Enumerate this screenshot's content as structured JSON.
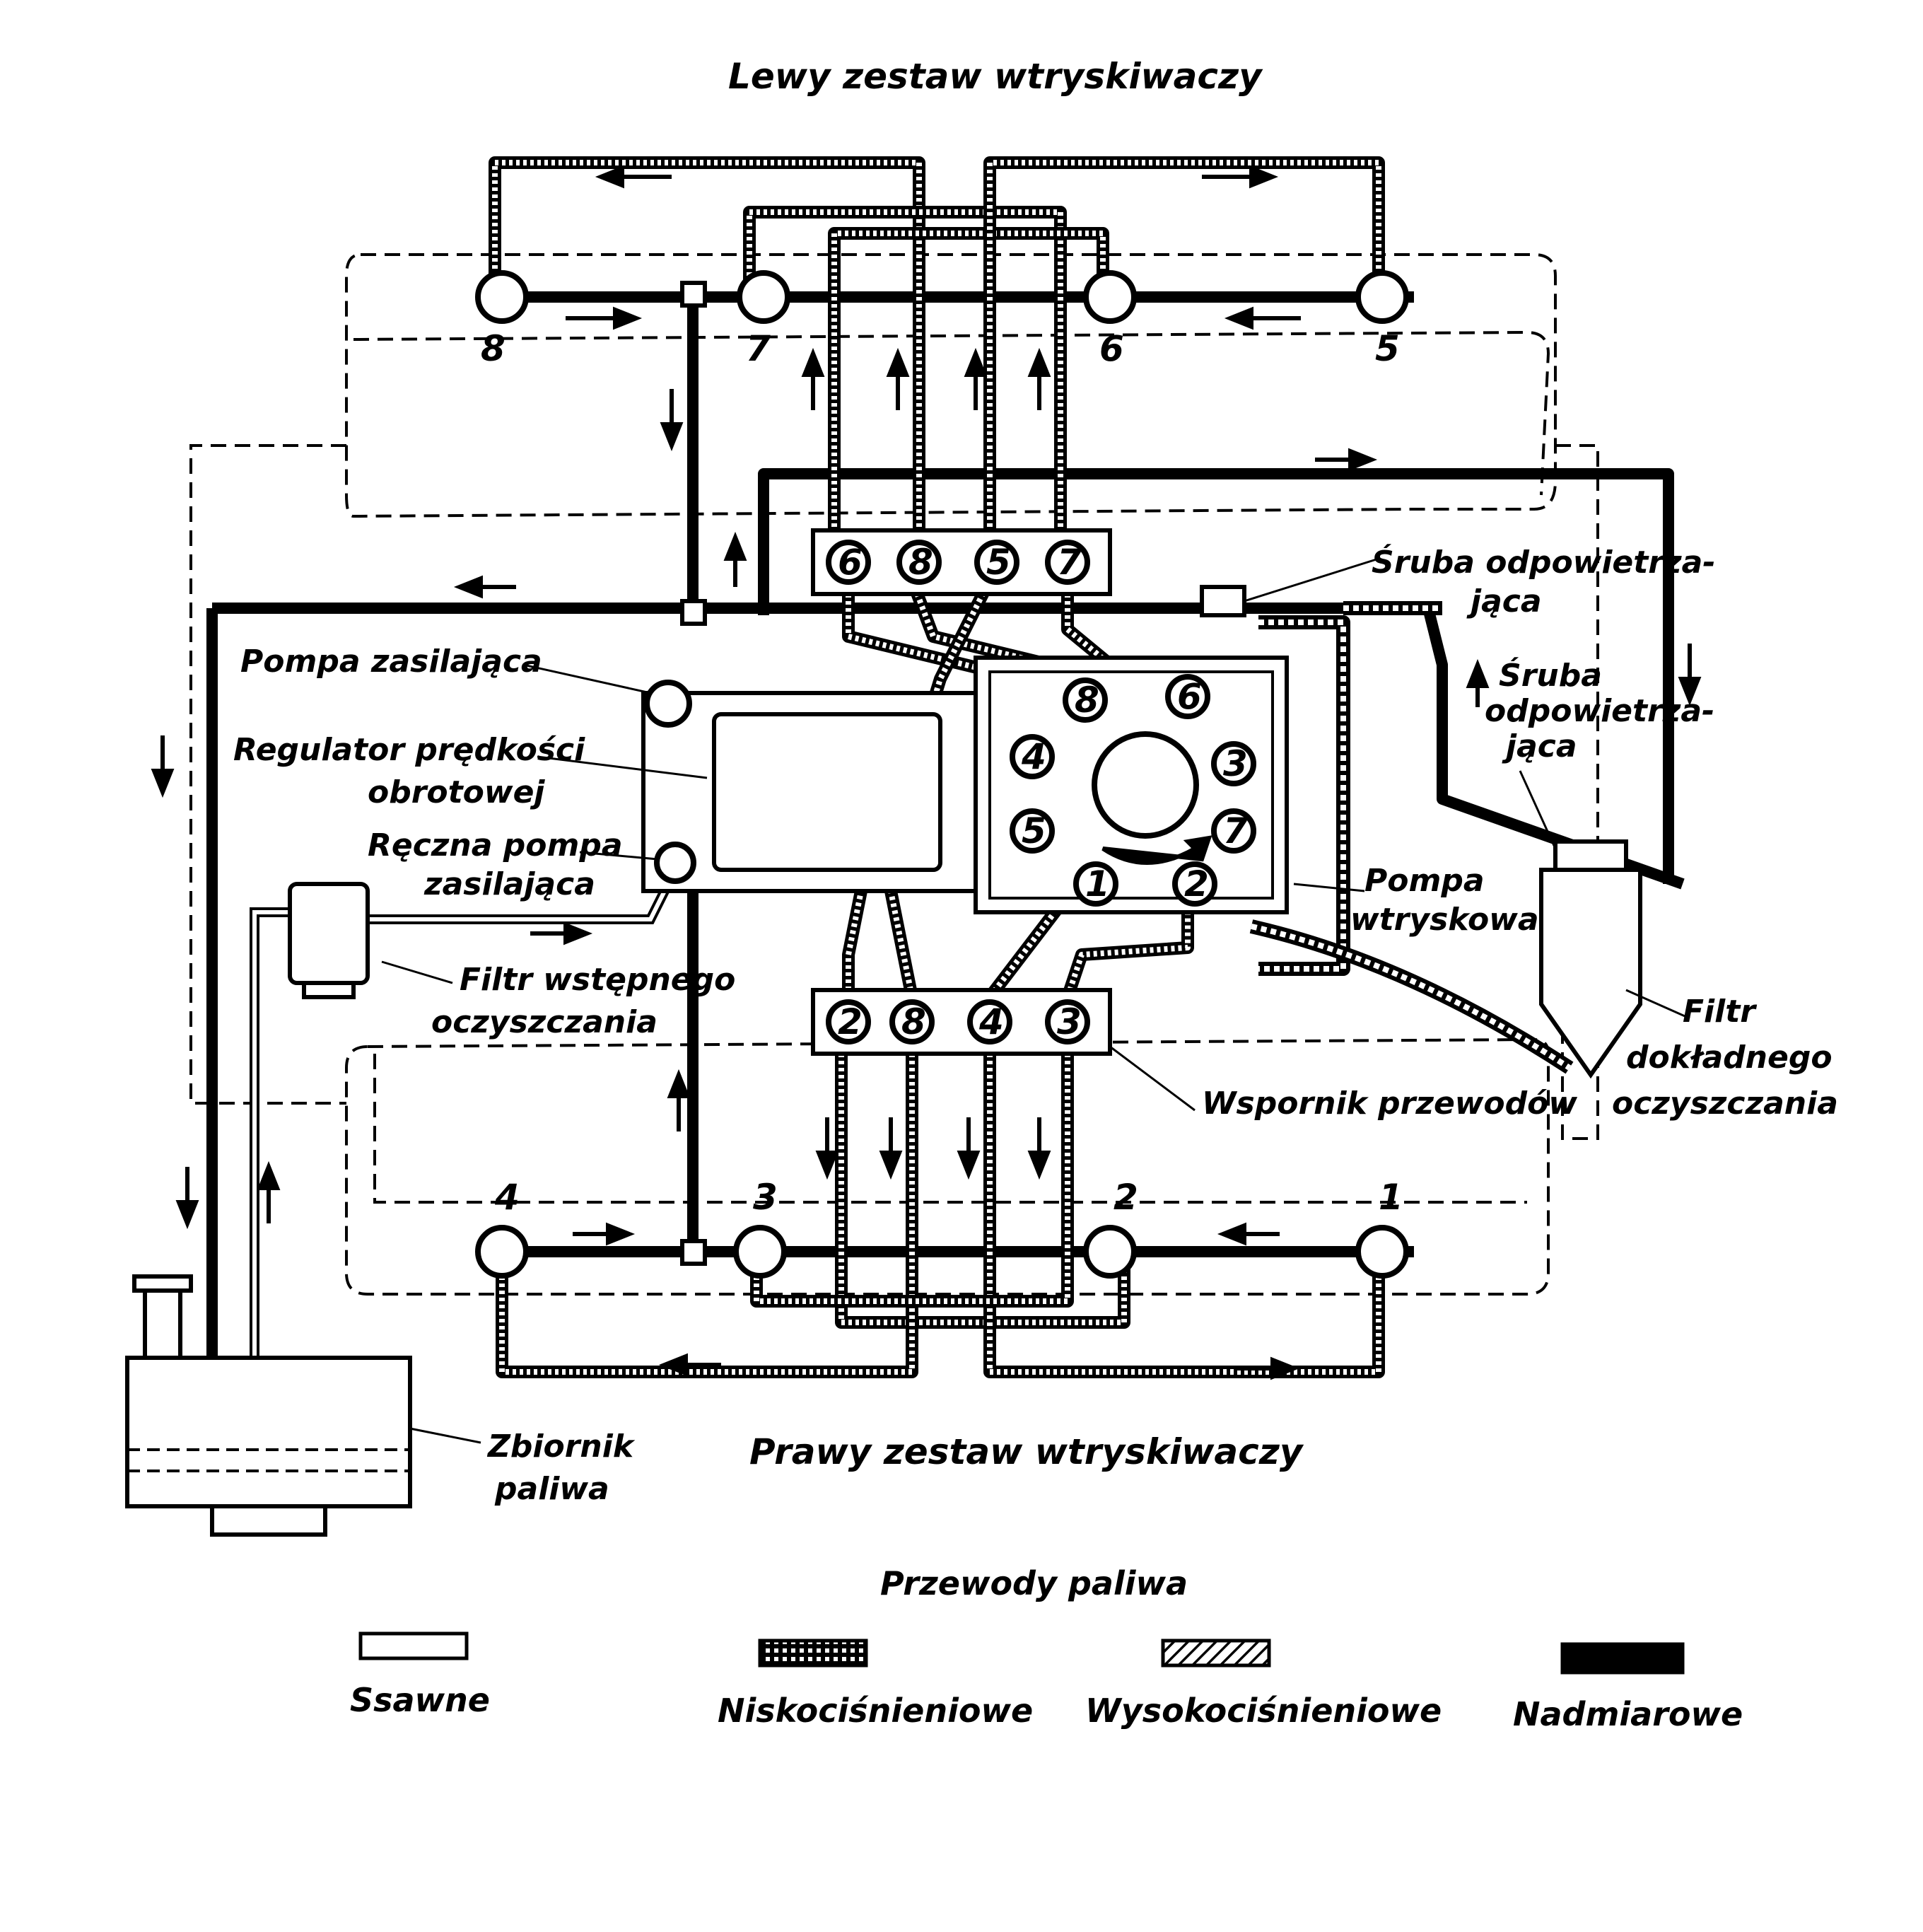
{
  "title_top": "Lewy zestaw wtryskiwaczy",
  "title_bottom": "Prawy zestaw wtryskiwaczy",
  "injectors_top": [
    "8",
    "7",
    "6",
    "5"
  ],
  "injectors_bottom": [
    "4",
    "3",
    "2",
    "1"
  ],
  "bracket_top_numbers": [
    "6",
    "8",
    "5",
    "7"
  ],
  "bracket_bottom_numbers": [
    "2",
    "8",
    "4",
    "3"
  ],
  "pump_outlets": [
    "8",
    "6",
    "4",
    "3",
    "5",
    "7",
    "1",
    "2"
  ],
  "labels": {
    "pompa_zasilajaca": "Pompa zasilająca",
    "regulator": [
      "Regulator prędkości",
      "obrotowej"
    ],
    "reczna_pompa": [
      "Ręczna pompa",
      "zasilająca"
    ],
    "filtr_wstepnego": [
      "Filtr wstępnego",
      "oczyszczania"
    ],
    "sruba_1": [
      "Śruba odpowietrza-",
      "jąca"
    ],
    "sruba_2": [
      "Śruba",
      "odpowietrza-",
      "jąca"
    ],
    "pompa_wtryskowa": [
      "Pompa",
      "wtryskowa"
    ],
    "wspornik": "Wspornik przewodów",
    "filtr_dokladnego": [
      "Filtr",
      "dokładnego",
      "oczyszczania"
    ],
    "zbiornik": [
      "Zbiornik",
      "paliwa"
    ]
  },
  "legend": {
    "title": "Przewody paliwa",
    "items": [
      "Ssawne",
      "Niskociśnieniowe",
      "Wysokociśnieniowe",
      "Nadmiarowe"
    ]
  }
}
